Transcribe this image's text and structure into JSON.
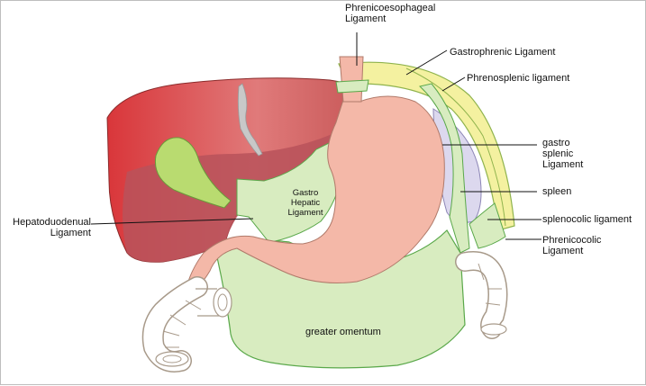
{
  "labels": {
    "phrenicoesophageal": "Phrenicoesophageal\nLigament",
    "gastrophrenic": "Gastrophrenic Ligament",
    "phrenosplenic": "Phrenosplenic ligament",
    "gastrosplenic": "gastro\nsplenic\nLigament",
    "spleen": "spleen",
    "splenocolic": "splenocolic ligament",
    "phrenicocolic": "Phrenicocolic\nLigament",
    "hepatoduodenal": "Hepatoduodenual\nLigament",
    "gastrohepatic": "Gastro\nHepatic\nLigament",
    "greater_omentum": "greater omentum"
  },
  "colors": {
    "liver": "#d9534f",
    "liver_dark": "#b94a4a",
    "gallbladder": "#b5d86a",
    "stomach": "#f4b8a8",
    "omentum": "#d9ecc0",
    "omentum_edge": "#5aa84a",
    "spleen": "#d8d4ea",
    "diaphragm": "#f2ef9a"
  }
}
